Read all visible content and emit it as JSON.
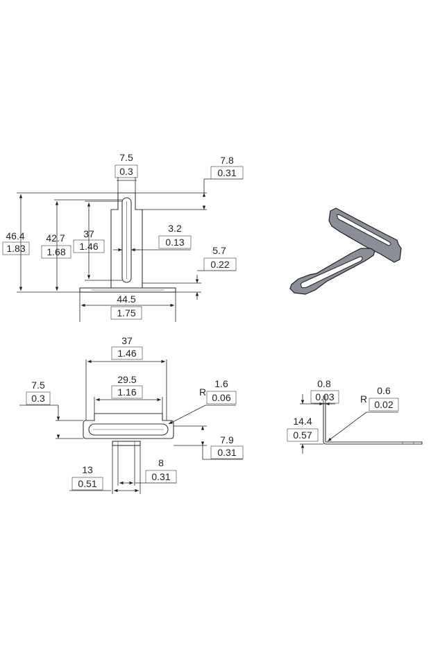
{
  "front_view": {
    "width_top": {
      "mm": "7.5",
      "in": "0.3"
    },
    "tab_offset": {
      "mm": "7.8",
      "in": "0.31"
    },
    "overall_height": {
      "mm": "46.4",
      "in": "1.83"
    },
    "slot_span": {
      "mm": "42.7",
      "in": "1.68"
    },
    "slot_length": {
      "mm": "37",
      "in": "1.46"
    },
    "slot_width": {
      "mm": "3.2",
      "in": "0.13"
    },
    "base_thickness": {
      "mm": "5.7",
      "in": "0.22"
    },
    "base_width": {
      "mm": "44.5",
      "in": "1.75"
    }
  },
  "top_view": {
    "slot_outer_length": {
      "mm": "37",
      "in": "1.46"
    },
    "slot_inner_length": {
      "mm": "29.5",
      "in": "1.16"
    },
    "end_radius_prefix": "R",
    "end_radius": {
      "mm": "1.6",
      "in": "0.06"
    },
    "tab_height": {
      "mm": "7.5",
      "in": "0.3"
    },
    "tab_depth": {
      "mm": "7.9",
      "in": "0.31"
    },
    "stem_width": {
      "mm": "13",
      "in": "0.51"
    },
    "stem_gap": {
      "mm": "8",
      "in": "0.31"
    }
  },
  "side_view": {
    "thickness": {
      "mm": "0.8",
      "in": "0.03"
    },
    "bend_radius_prefix": "R",
    "bend_radius": {
      "mm": "0.6",
      "in": "0.02"
    },
    "leg_height": {
      "mm": "14.4",
      "in": "0.57"
    }
  },
  "colors": {
    "line": "#222222",
    "part_fill": "#8a8e96",
    "background": "#ffffff"
  }
}
